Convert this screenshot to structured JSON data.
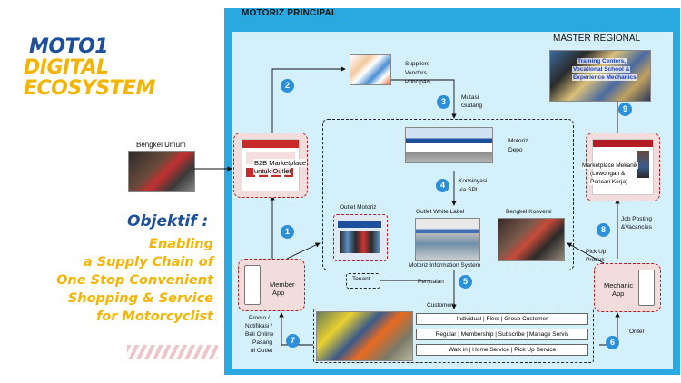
{
  "left": {
    "title_line1": "MOTO1",
    "title_line2": "DIGITAL",
    "title_line3": "ECOSYSTEM",
    "objective_label": "Objektif :",
    "objective_lines": [
      "Enabling",
      "a Supply Chain of",
      "One Stop Convenient",
      "Shopping & Service",
      "for Motorcyclist"
    ],
    "bengkel_label": "Bengkel Umum"
  },
  "diagram": {
    "principal_label": "MOTORIZ PRINCIPAL",
    "regional_label": "MASTER REGIONAL",
    "suppliers_label": [
      "Suppliers",
      "Vendors",
      "Principals"
    ],
    "mutasi_label": [
      "Mutasi",
      "Gudang"
    ],
    "depo_label": [
      "Motoriz",
      "Depo"
    ],
    "konsinyasi_label": [
      "Konsinyasi",
      "via SPL"
    ],
    "b2b_label": [
      "B2B Marketplace",
      "untuk Outlet"
    ],
    "outlet_motoriz": "Outlet Motoriz",
    "outlet_white": "Outlet White Label",
    "bengkel_konversi": "Bengkel Konversi",
    "mis_label": "Motoriz Information System",
    "tenant_label": "Tenant",
    "penjualan_label": "Penjualan",
    "customers_label": "Customers",
    "customer_rows": [
      "Individual | Fleet | Group Customer",
      "Regular | Membership | Subscribe | Manage Servis",
      "Walk in | Home Service | Pick Up Service"
    ],
    "member_app_label": [
      "Member",
      "App"
    ],
    "mechanic_app_label": [
      "Mechanic",
      "App"
    ],
    "promo_label": [
      "Promo /",
      "Notifikasi /",
      "Beli Online",
      "Pasang",
      "di Outlet"
    ],
    "order_label": "Order",
    "pickup_label": [
      "Pick Up",
      "Produk"
    ],
    "job_posting_label": [
      "Job Posting",
      "&Vacancies"
    ],
    "marketplace_mekanik_label": [
      "Marketplace Mekanik",
      "(Lowongan &",
      "Pencari Kerja)"
    ],
    "training_label": [
      "Training Centers,",
      "Vocational School &",
      "Experience Mechanics"
    ],
    "steps": [
      "1",
      "2",
      "3",
      "4",
      "5",
      "6",
      "7",
      "8",
      "9"
    ]
  },
  "colors": {
    "outer_frame": "#29a9e0",
    "inner_bg": "#d4f0fb",
    "title_blue": "#1d4f9c",
    "accent_yellow": "#f5b400",
    "step_circle": "#2b8fd9",
    "outlet_border": "#b31d24"
  }
}
